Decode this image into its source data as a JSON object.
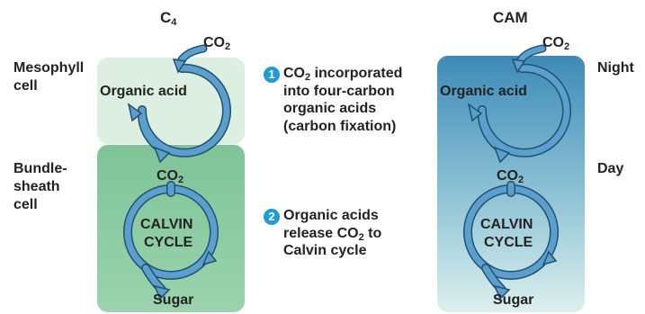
{
  "c4": {
    "title": "C",
    "title_sub": "4",
    "co2_top": "CO",
    "co2_sub": "2",
    "organic_acid": "Organic acid",
    "co2_mid": "CO",
    "co2_mid_sub": "2",
    "calvin_1": "CALVIN",
    "calvin_2": "CYCLE",
    "sugar": "Sugar"
  },
  "cam": {
    "title": "CAM",
    "co2_top": "CO",
    "co2_sub": "2",
    "organic_acid": "Organic acid",
    "co2_mid": "CO",
    "co2_mid_sub": "2",
    "calvin_1": "CALVIN",
    "calvin_2": "CYCLE",
    "sugar": "Sugar"
  },
  "labels": {
    "mesophyll_1": "Mesophyll",
    "mesophyll_2": "cell",
    "bundle_1": "Bundle-",
    "bundle_2": "sheath",
    "bundle_3": "cell",
    "night": "Night",
    "day": "Day"
  },
  "steps": [
    {
      "num": "1",
      "line1_pre": "CO",
      "line1_sub": "2",
      "line1_post": " incorporated",
      "line2": "into four-carbon",
      "line3": "organic acids",
      "line4": "(carbon fixation)"
    },
    {
      "num": "2",
      "line1": "Organic acids",
      "line2_pre": "release CO",
      "line2_sub": "2",
      "line2_post": " to",
      "line3": "Calvin cycle"
    }
  ],
  "colors": {
    "mesophyll_fill": "#dcefe0",
    "bundle_fill": "#86c89c",
    "arrow_fill": "#5b9fcf",
    "arrow_stroke": "#22506f",
    "cam_top": "#3d8bb8",
    "cam_bottom": "#dcf0ee",
    "badge": "#1f9bd7"
  }
}
